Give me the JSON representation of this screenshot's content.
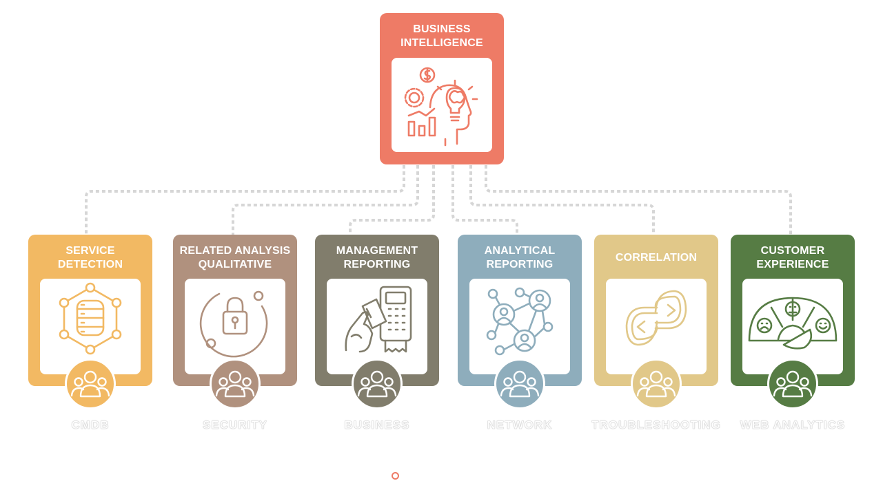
{
  "root": {
    "title_line1": "BUSINESS",
    "title_line2": "INTELLIGENCE",
    "color": "#ee7b66",
    "icon": "brain-lightbulb-icon"
  },
  "connector_color": "#d6d6d6",
  "cards": [
    {
      "title_line1": "SERVICE",
      "title_line2": "DETECTION",
      "caption": "CMDB",
      "color": "#f2b963",
      "icon": "database-network-icon"
    },
    {
      "title_line1": "RELATED ANALYSIS",
      "title_line2": "QUALITATIVE",
      "caption": "SECURITY",
      "color": "#b0917e",
      "icon": "padlock-icon"
    },
    {
      "title_line1": "MANAGEMENT",
      "title_line2": "REPORTING",
      "caption": "BUSINESS",
      "color": "#817d6c",
      "icon": "card-payment-icon"
    },
    {
      "title_line1": "ANALYTICAL",
      "title_line2": "REPORTING",
      "caption": "NETWORK",
      "color": "#8eadbc",
      "icon": "people-network-icon"
    },
    {
      "title_line1": "CORRELATION",
      "title_line2": "",
      "caption": "TROUBLESHOOTING",
      "color": "#e1c889",
      "icon": "circular-arrows-icon"
    },
    {
      "title_line1": "CUSTOMER",
      "title_line2": "EXPERIENCE",
      "caption": "WEB ANALYTICS",
      "color": "#567c44",
      "icon": "satisfaction-gauge-icon"
    }
  ]
}
